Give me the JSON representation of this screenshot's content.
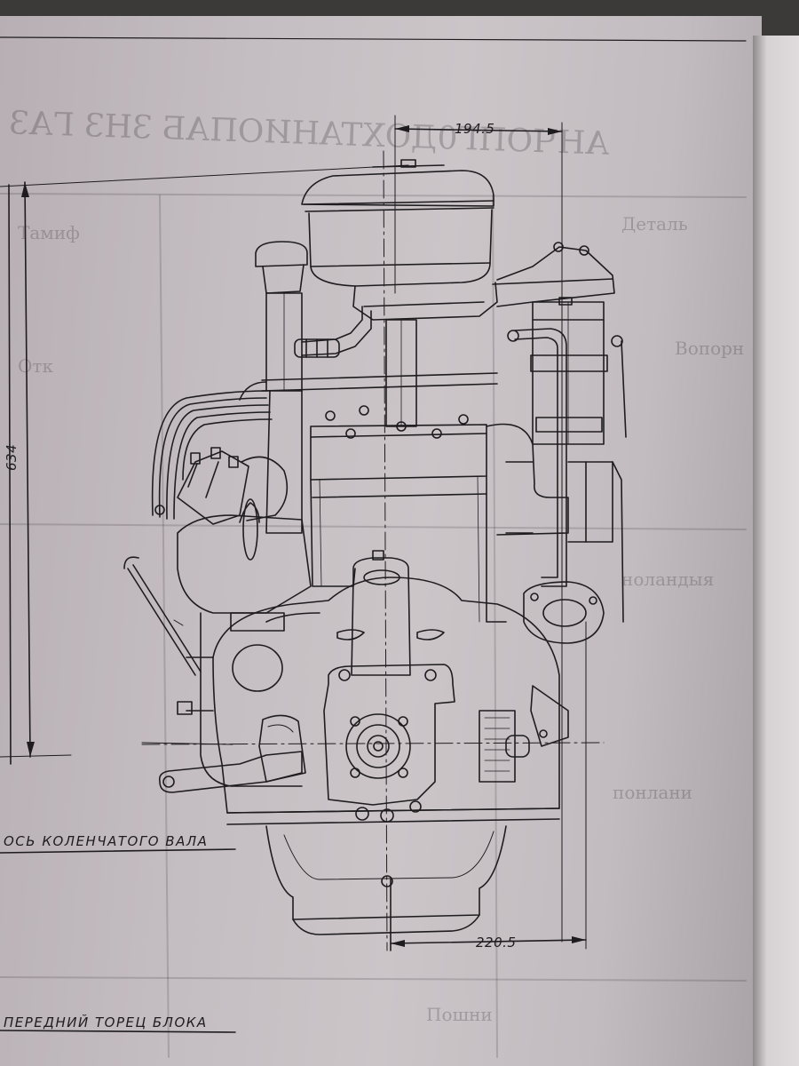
{
  "dimensions": {
    "top_width": "194.5",
    "bottom_width": "220.5",
    "height": "634"
  },
  "captions": {
    "crankshaft_axis": "ОСЬ КОЛЕНЧАТОГО ВАЛА",
    "block_front_face": "ПЕРЕДНИЙ ТОРЕЦ БЛОКА"
  },
  "colors": {
    "paper": "#c4bdc1",
    "ink": "#1e1c1e"
  }
}
